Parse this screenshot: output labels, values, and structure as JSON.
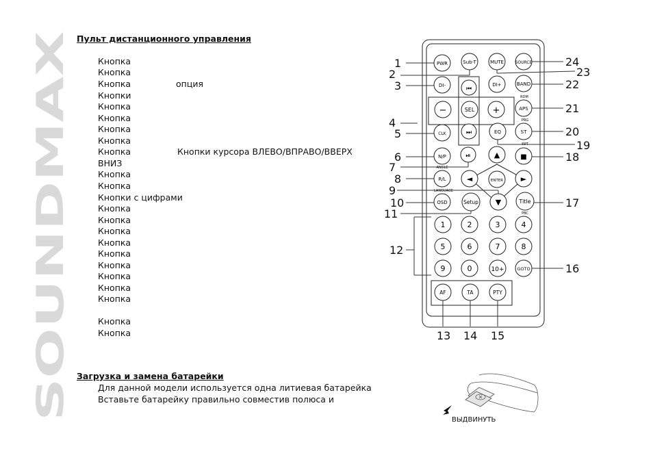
{
  "brand": "SOUNDMAX",
  "remote_section": {
    "title": "Пульт дистанционного управления",
    "lines": [
      "Кнопка",
      "Кнопка",
      "Кнопка",
      "Кнопки",
      "Кнопка",
      "Кнопка",
      "Кнопка",
      "Кнопка",
      "Кнопка",
      "ВНИЗ",
      "Кнопка",
      "Кнопка",
      "Кнопки с цифрами",
      "Кнопка",
      "Кнопка",
      "Кнопка",
      "Кнопка",
      "Кнопка",
      "Кнопка",
      "Кнопка",
      "Кнопка",
      "Кнопка",
      "Кнопка",
      "Кнопка"
    ],
    "option_word": "опция",
    "cursor_text": "Кнопки   курсора   ВЛЕВО/ВПРАВО/ВВЕРХ"
  },
  "battery_section": {
    "title": "Загрузка и замена батарейки",
    "lines": [
      "Для данной модели используется одна литиевая батарейка",
      "Вставьте батарейку  правильно совместив полюса    и"
    ],
    "caption": "ВЫДВИНУТЬ"
  },
  "remote": {
    "buttons": {
      "pwr": "PWR",
      "subt": "Sub-T",
      "mute": "MUTE",
      "source": "SOURCE",
      "dim": "DI-",
      "prev": "⏮",
      "dip": "DI+",
      "band": "BAND",
      "minus": "−",
      "sel": "SEL",
      "plus": "+",
      "aps": "APS",
      "next": "⏭",
      "clk": "CLK",
      "eq": "EQ",
      "st": "ST",
      "np": "N/P",
      "playpause": "⏯",
      "up": "▲",
      "stop": "■",
      "rl": "R/L",
      "left": "◄",
      "enter": "ENTER",
      "right": "►",
      "osd": "OSD",
      "down": "▼",
      "setup": "Setup",
      "title": "Title",
      "n1": "1",
      "n2": "2",
      "n3": "3",
      "n4": "4",
      "n5": "5",
      "n6": "6",
      "n7": "7",
      "n8": "8",
      "n9": "9",
      "n0": "0",
      "n10": "10+",
      "goto": "GOTO",
      "af": "AF",
      "ta": "TA",
      "pty": "PTY"
    },
    "small_labels": {
      "rdm": "RDM",
      "prg": "PRG",
      "rpt": "RPT",
      "angle": "ANGLE",
      "language": "LANGUAGE",
      "pbc": "PBC"
    },
    "callouts": {
      "c1": "1",
      "c2": "2",
      "c3": "3",
      "c4": "4",
      "c5": "5",
      "c6": "6",
      "c7": "7",
      "c8": "8",
      "c9": "9",
      "c10": "10",
      "c11": "11",
      "c12": "12",
      "c13": "13",
      "c14": "14",
      "c15": "15",
      "c16": "16",
      "c17": "17",
      "c18": "18",
      "c19": "19",
      "c20": "20",
      "c21": "21",
      "c22": "22",
      "c23": "23",
      "c24": "24"
    }
  },
  "colors": {
    "brand": "#d9d9d9",
    "ink": "#111111",
    "line": "#333333"
  }
}
